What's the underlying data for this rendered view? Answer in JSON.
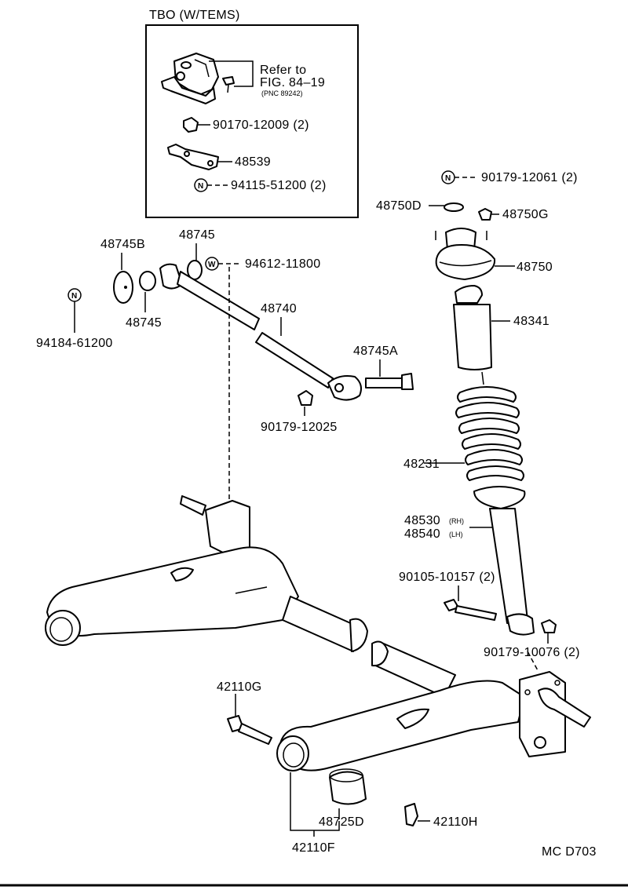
{
  "box_title": "TBO (W/TEMS)",
  "refer": {
    "line1": "Refer to",
    "line2": "FIG. 84–19",
    "line3": "(PNC 89242)"
  },
  "callouts": {
    "p90170": "90170-12009 (2)",
    "p48539": "48539",
    "p94115": "94115-51200 (2)",
    "p90179_12061": "90179-12061 (2)",
    "p48750D": "48750D",
    "p48750G": "48750G",
    "p48750": "48750",
    "p48341": "48341",
    "p48745B": "48745B",
    "p48745_top": "48745",
    "p48745_low": "48745",
    "p94612": "94612-11800",
    "p94184": "94184-61200",
    "p48740": "48740",
    "p48745A": "48745A",
    "p90179_12025": "90179-12025",
    "p48231": "48231",
    "p48530": "48530",
    "p48530_sub": "(RH)",
    "p48540": "48540",
    "p48540_sub": "(LH)",
    "p90105": "90105-10157 (2)",
    "p90179_10076": "90179-10076 (2)",
    "p42110G": "42110G",
    "p48725D": "48725D",
    "p42110H": "42110H",
    "p42110F": "42110F"
  },
  "markers": {
    "n": "N",
    "w": "W"
  },
  "diagram_code": "MC D703"
}
